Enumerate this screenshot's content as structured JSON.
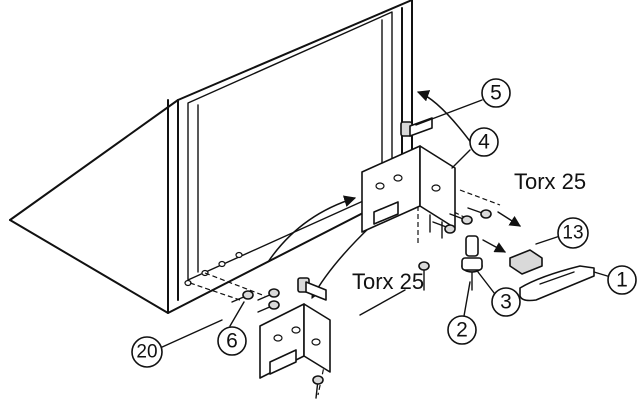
{
  "callouts": {
    "c1": "1",
    "c2": "2",
    "c3": "3",
    "c4": "4",
    "c5": "5",
    "c6": "6",
    "c13": "13",
    "c20": "20"
  },
  "labels": {
    "torx_upper": "Torx 25",
    "torx_lower": "Torx 25"
  }
}
